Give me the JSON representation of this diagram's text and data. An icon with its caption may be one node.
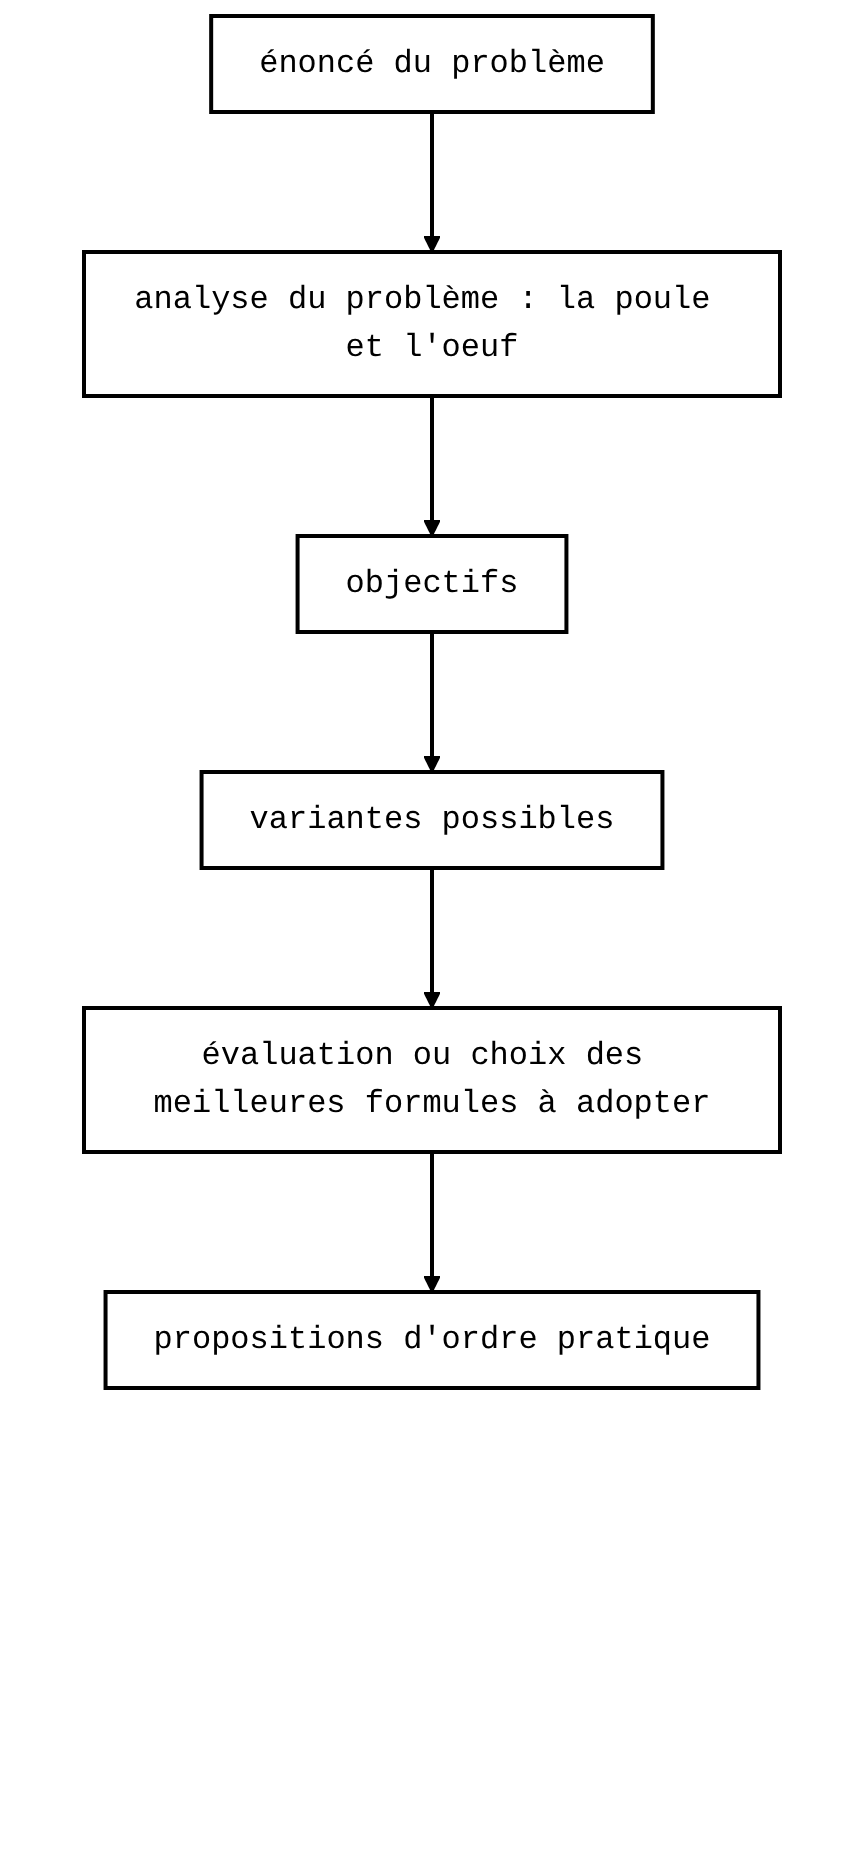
{
  "diagram": {
    "nodes": [
      {
        "text": [
          "énoncé du problème"
        ]
      },
      {
        "text": [
          "analyse du problème : la poule et l'oeuf"
        ]
      },
      {
        "text": [
          "objectifs"
        ]
      },
      {
        "text": [
          "variantes possibles"
        ]
      },
      {
        "text": [
          "évaluation ou choix des meilleures formules à adopter"
        ]
      },
      {
        "text": [
          "propositions d'ordre pratique"
        ]
      }
    ],
    "edges": [
      {
        "from": 0,
        "to": 1,
        "arrow": "to"
      },
      {
        "from": 1,
        "to": 2,
        "arrow": "to"
      },
      {
        "from": 2,
        "to": 3,
        "arrow": "to"
      },
      {
        "from": 3,
        "to": 4,
        "arrow": "to"
      },
      {
        "from": 4,
        "to": 5,
        "arrow": "to"
      }
    ]
  }
}
